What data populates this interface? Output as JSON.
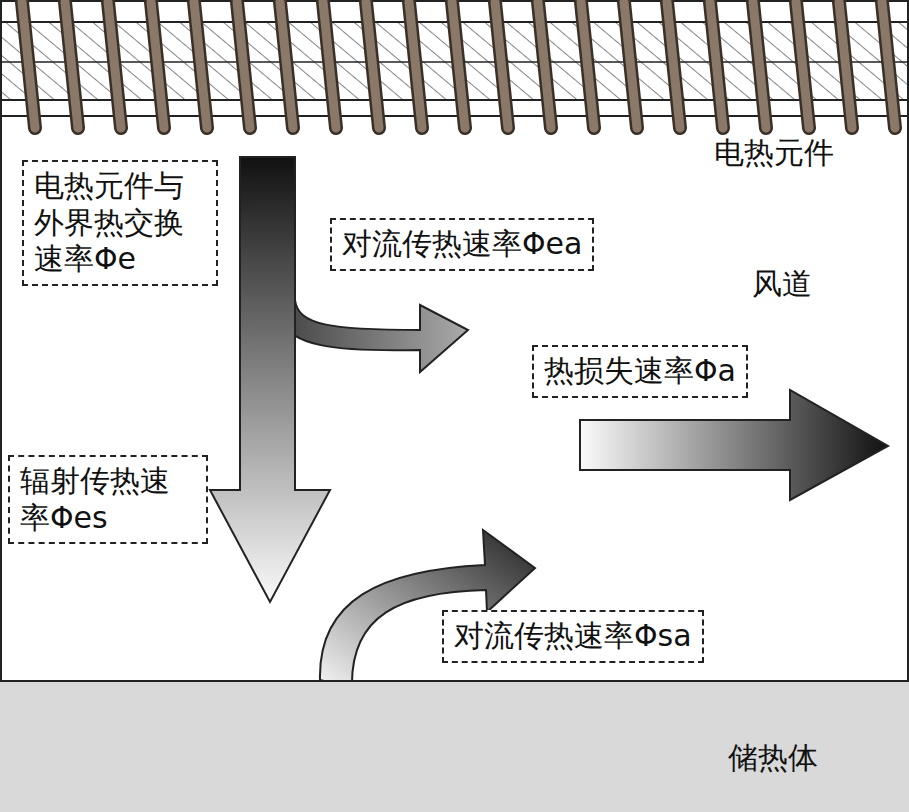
{
  "diagram": {
    "nodes": [
      {
        "text": [
          "电热元件与外界热交换速率Φe"
        ]
      },
      {
        "text": [
          "对流传热速率Φea"
        ]
      },
      {
        "text": [
          "热损失速率Φa"
        ]
      },
      {
        "text": [
          "辐射传热速率Φes"
        ]
      },
      {
        "text": [
          "对流传热速率Φsa"
        ]
      },
      {
        "text": [
          "储热体"
        ]
      }
    ],
    "labels": [
      "电热元件",
      "风道"
    ]
  }
}
